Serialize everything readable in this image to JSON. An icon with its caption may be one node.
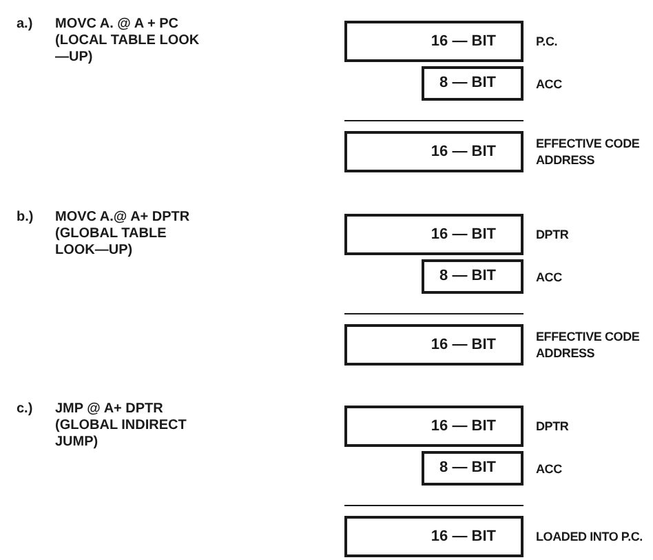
{
  "diagram": {
    "nodes": [
      {
        "text": [
          "16 — BIT"
        ],
        "beside": [
          "P.C."
        ]
      },
      {
        "text": [
          "8 — BIT"
        ],
        "beside": [
          "ACC"
        ]
      },
      {
        "text": [
          "16 — BIT"
        ],
        "beside": [
          "EFFECTIVE CODE ADDRESS"
        ]
      },
      {
        "text": [
          "16 — BIT"
        ],
        "beside": [
          "DPTR"
        ]
      },
      {
        "text": [
          "8 — BIT"
        ],
        "beside": [
          "ACC"
        ]
      },
      {
        "text": [
          "16 — BIT"
        ],
        "beside": [
          "EFFECTIVE CODE ADDRESS"
        ]
      },
      {
        "text": [
          "16 — BIT"
        ],
        "beside": [
          "DPTR"
        ]
      },
      {
        "text": [
          "8 — BIT"
        ],
        "beside": [
          "ACC"
        ]
      },
      {
        "text": [
          "16 — BIT"
        ],
        "beside": [
          "LOADED INTO P.C."
        ]
      }
    ],
    "labels": [
      "a.)",
      "MOVC A. @ A + PC (LOCAL TABLE LOOK—UP)",
      "b.)",
      "MOVC A.@ A+ DPTR (GLOBAL TABLE LOOK—UP)",
      "c.)",
      "JMP @ A+ DPTR (GLOBAL INDIRECT JUMP)"
    ]
  }
}
